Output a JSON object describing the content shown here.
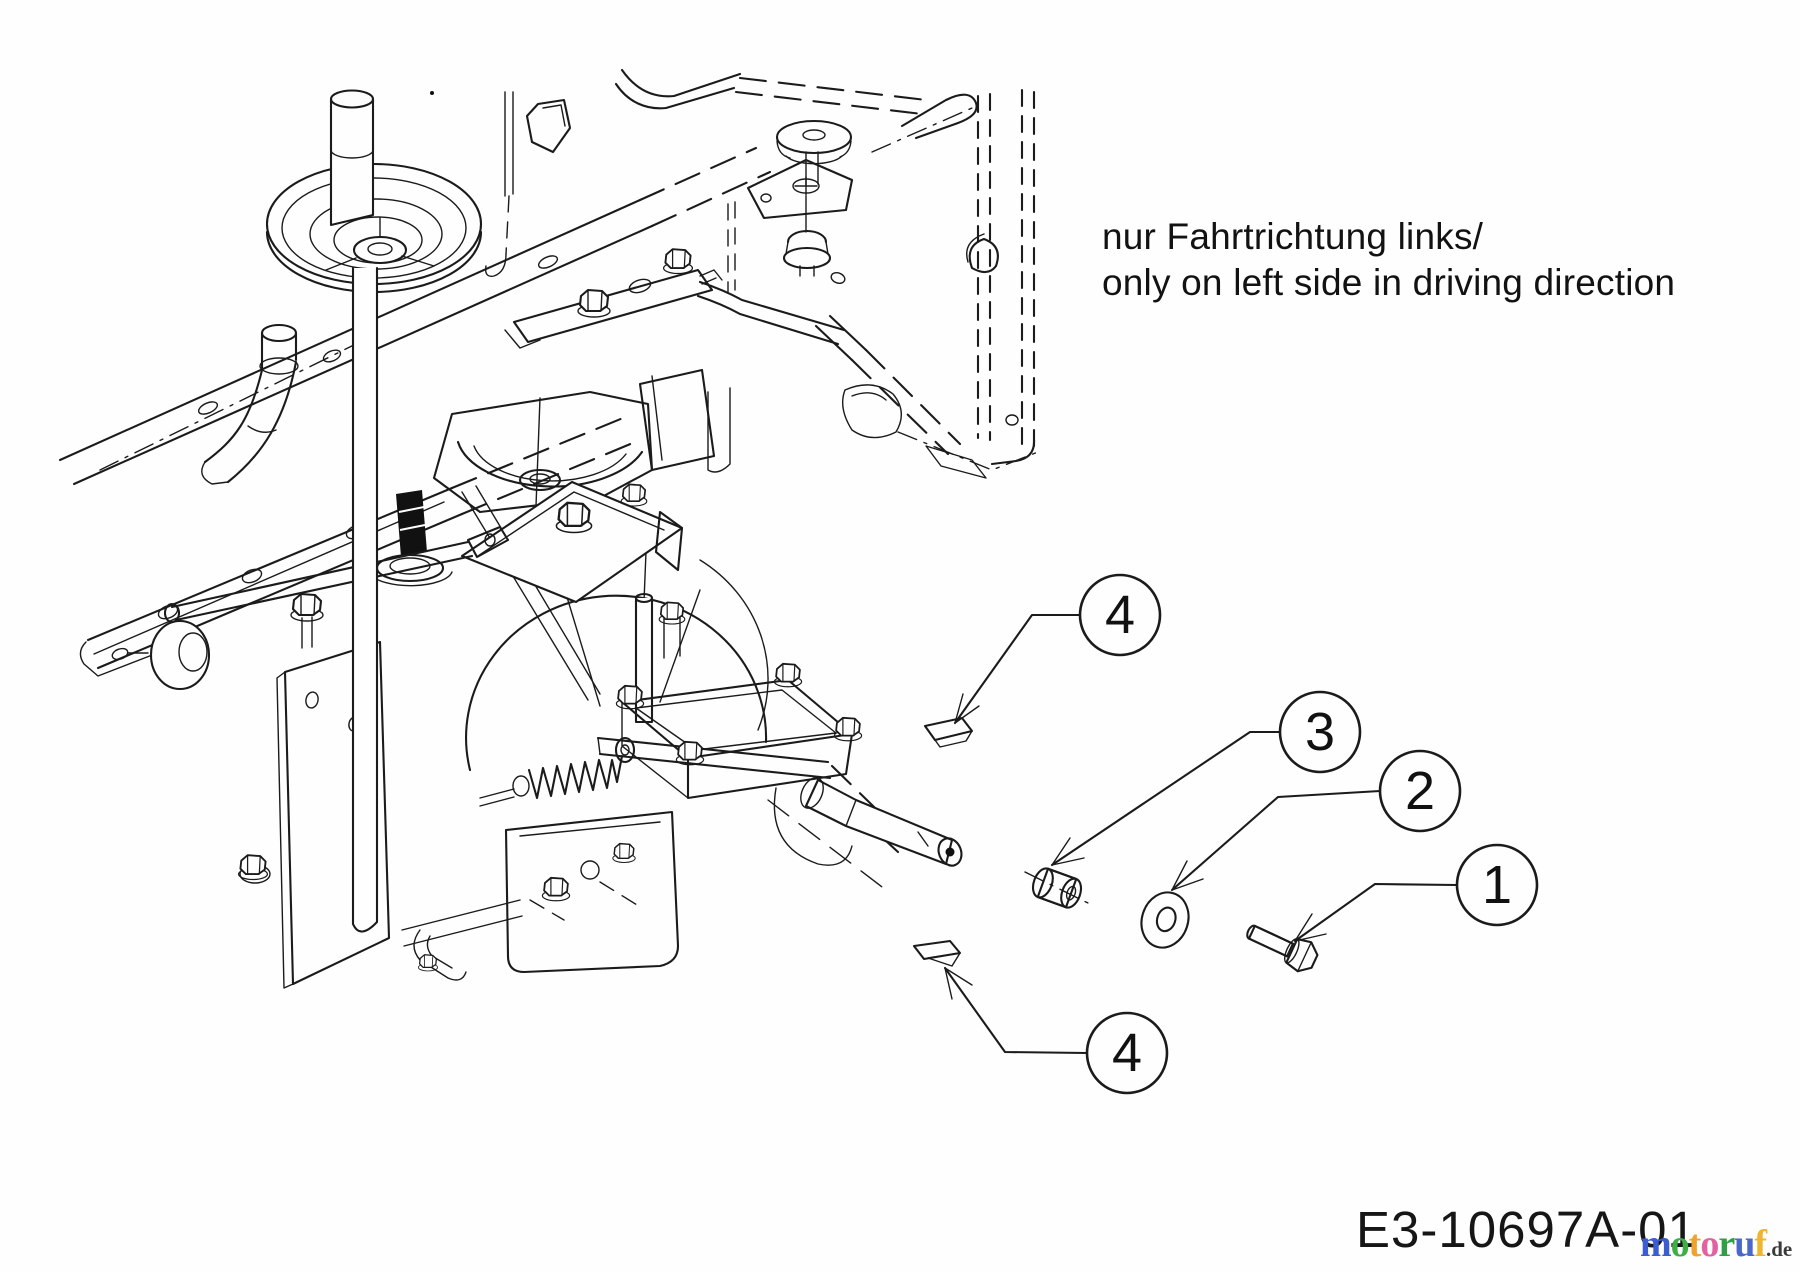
{
  "diagram": {
    "title_note": {
      "line1": "nur Fahrtrichtung links/",
      "line2": "only on left side in driving direction"
    },
    "part_number": "E3-10697A-01",
    "callouts": [
      {
        "label": "1",
        "part": "hex-flange-bolt"
      },
      {
        "label": "2",
        "part": "flat-washer"
      },
      {
        "label": "3",
        "part": "spacer-sleeve"
      },
      {
        "label": "4",
        "part": "adhesive-shim-upper"
      },
      {
        "label": "4",
        "part": "adhesive-shim-lower"
      }
    ],
    "line_color": "#1b1b1b",
    "background_color": "#fdfefd"
  },
  "watermark": {
    "letters": [
      {
        "ch": "m",
        "style": "color:#3c5cd1"
      },
      {
        "ch": "o",
        "style": "color:#3fae49"
      },
      {
        "ch": "t",
        "style": "color:#f0a22e"
      },
      {
        "ch": "o",
        "style": "color:#e2619f"
      },
      {
        "ch": "r",
        "style": "color:#2f9e44"
      },
      {
        "ch": "u",
        "style": "color:#4a67c9"
      },
      {
        "ch": "f",
        "style": "color:#f0b52e"
      }
    ],
    "suffix": ".de"
  }
}
